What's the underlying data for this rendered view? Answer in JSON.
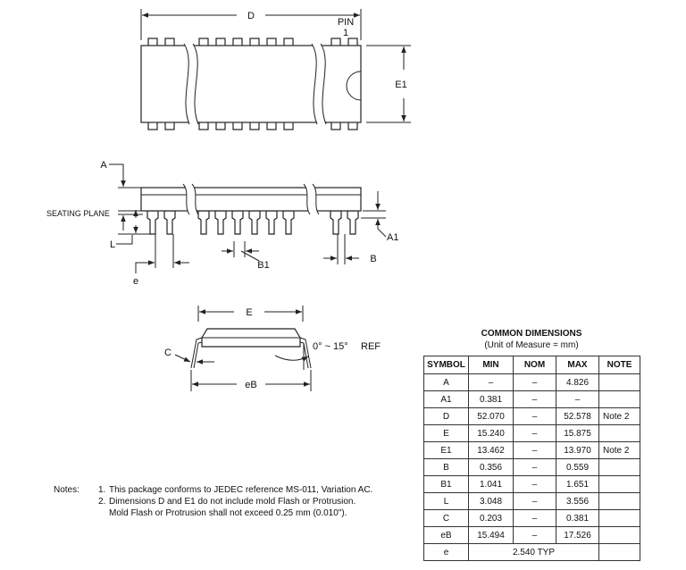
{
  "labels": {
    "top_length": "D",
    "pin_word": "PIN",
    "pin_number": "1",
    "top_width": "E1",
    "side_height": "A",
    "seating_plane": "SEATING PLANE",
    "lead_length": "L",
    "standoff": "A1",
    "lead_width_wide": "B1",
    "lead_width": "B",
    "pitch": "e",
    "end_width": "E",
    "lead_thickness": "C",
    "angle": "0° ~ 15°",
    "angle_ref": "REF",
    "lead_span": "eB"
  },
  "dimensions_table": {
    "title": "COMMON DIMENSIONS",
    "subtitle": "(Unit of Measure = mm)",
    "headers": [
      "SYMBOL",
      "MIN",
      "NOM",
      "MAX",
      "NOTE"
    ],
    "rows": [
      {
        "symbol": "A",
        "min": "–",
        "nom": "–",
        "max": "4.826",
        "note": ""
      },
      {
        "symbol": "A1",
        "min": "0.381",
        "nom": "–",
        "max": "–",
        "note": ""
      },
      {
        "symbol": "D",
        "min": "52.070",
        "nom": "–",
        "max": "52.578",
        "note": "Note 2"
      },
      {
        "symbol": "E",
        "min": "15.240",
        "nom": "–",
        "max": "15.875",
        "note": ""
      },
      {
        "symbol": "E1",
        "min": "13.462",
        "nom": "–",
        "max": "13.970",
        "note": "Note 2"
      },
      {
        "symbol": "B",
        "min": "0.356",
        "nom": "–",
        "max": "0.559",
        "note": ""
      },
      {
        "symbol": "B1",
        "min": "1.041",
        "nom": "–",
        "max": "1.651",
        "note": ""
      },
      {
        "symbol": "L",
        "min": "3.048",
        "nom": "–",
        "max": "3.556",
        "note": ""
      },
      {
        "symbol": "C",
        "min": "0.203",
        "nom": "–",
        "max": "0.381",
        "note": ""
      },
      {
        "symbol": "eB",
        "min": "15.494",
        "nom": "–",
        "max": "17.526",
        "note": ""
      }
    ],
    "typ_row": {
      "symbol": "e",
      "value": "2.540 TYP"
    }
  },
  "notes": {
    "heading": "Notes:",
    "items": [
      {
        "num": "1.",
        "text": "This package conforms to JEDEC reference MS-011, Variation AC."
      },
      {
        "num": "2.",
        "text": "Dimensions D and E1 do not include mold Flash or Protrusion."
      },
      {
        "num": "",
        "text": "Mold Flash or Protrusion shall not exceed 0.25 mm (0.010\")."
      }
    ]
  }
}
